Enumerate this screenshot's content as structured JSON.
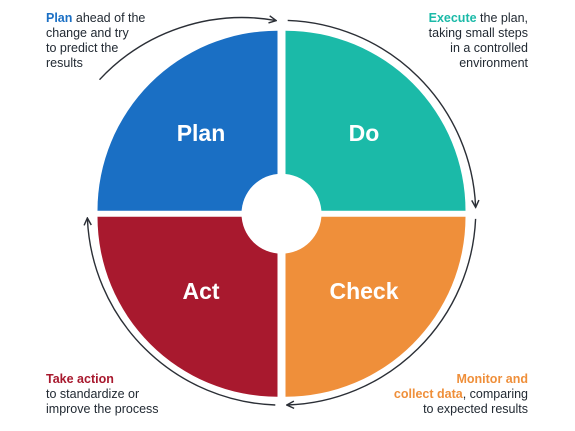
{
  "colors": {
    "plan": "#1a6fc4",
    "do": "#1bbaa8",
    "check": "#ef8f3a",
    "act": "#a8192e",
    "arrow": "#2b2f36",
    "text": "#222a33"
  },
  "quadrants": {
    "plan": "Plan",
    "do": "Do",
    "check": "Check",
    "act": "Act"
  },
  "notes": {
    "plan": {
      "keyword": "Plan",
      "line1_rest": " ahead of the",
      "line2": "change and try",
      "line3": "to predict the",
      "line4": "results"
    },
    "do": {
      "keyword": "Execute",
      "line1_rest": " the plan,",
      "line2": "taking small steps",
      "line3": "in a controlled",
      "line4": "environment"
    },
    "act": {
      "keyword": "Take action",
      "line2": "to standardize or",
      "line3": "improve the process"
    },
    "check": {
      "keyword1": "Monitor and",
      "keyword2": "collect data",
      "line2_rest": ", comparing",
      "line3": "to expected results"
    }
  }
}
